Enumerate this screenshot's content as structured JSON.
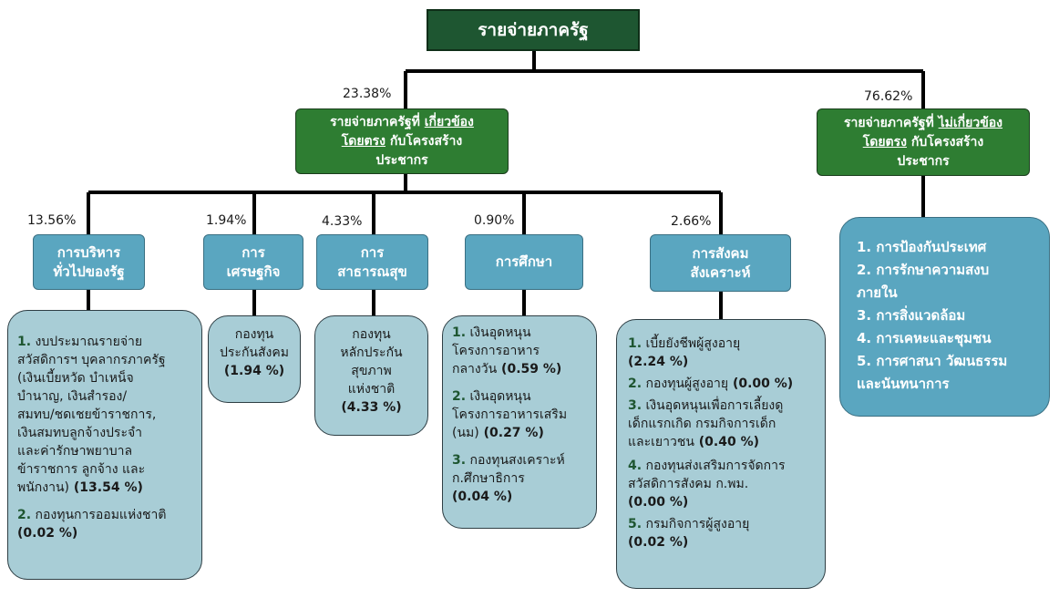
{
  "root": "รายจ่ายภาครัฐ",
  "direct": {
    "pct": "23.38%",
    "l1a": "รายจ่ายภาครัฐที่ ",
    "l1b": "เกี่ยวข้อง",
    "l2a": "โดยตรง",
    "l2b": " กับโครงสร้าง",
    "l3": "ประชากร"
  },
  "indirect": {
    "pct": "76.62%",
    "l1a": "รายจ่ายภาครัฐที่ ",
    "l1b": "ไม่เกี่ยวข้อง",
    "l2a": "โดยตรง",
    "l2b": " กับโครงสร้าง",
    "l3": "ประชากร",
    "items": [
      "1. การป้องกันประเทศ",
      "2. การรักษาความสงบ",
      "ภายใน",
      "3. การสิ่งแวดล้อม",
      "4. การเคหะและชุมชน",
      "5. การศาสนา วัฒนธรรม",
      "และนันทนาการ"
    ]
  },
  "categories": {
    "admin": {
      "pct": "13.56%",
      "l1": "การบริหาร",
      "l2": "ทั่วไปของรัฐ"
    },
    "econ": {
      "pct": "1.94%",
      "l1": "การ",
      "l2": "เศรษฐกิจ"
    },
    "health": {
      "pct": "4.33%",
      "l1": "การ",
      "l2": "สาธารณสุข"
    },
    "edu": {
      "pct": "0.90%",
      "l1": "การศึกษา"
    },
    "social": {
      "pct": "2.66%",
      "l1": "การสังคม",
      "l2": "สังเคราะห์"
    }
  },
  "details": {
    "admin": {
      "n1": "1.",
      "t1": [
        " งบประมาณรายจ่าย",
        "สวัสดิการฯ บุคลากรภาครัฐ",
        "(เงินเบี้ยหวัด บำเหน็จ",
        "บำนาญ, เงินสำรอง/",
        "สมทบ/ชดเชยข้าราชการ,",
        "เงินสมทบลูกจ้างประจำ",
        "และค่ารักษาพยาบาล",
        "ข้าราชการ ลูกจ้าง และ",
        "พนักงาน)"
      ],
      "v1": " (13.54 %)",
      "n2": "2.",
      "t2": " กองทุนการออมแห่งชาติ",
      "v2": "(0.02 %)"
    },
    "econ": {
      "t": [
        "กองทุน",
        "ประกันสังคม"
      ],
      "v": "(1.94 %)"
    },
    "health": {
      "t": [
        "กองทุน",
        "หลักประกัน",
        "สุขภาพ",
        "แห่งชาติ"
      ],
      "v": "(4.33 %)"
    },
    "edu": {
      "n1": "1.",
      "t1": [
        " เงินอุดหนุน",
        "โครงการอาหาร",
        "กลางวัน"
      ],
      "v1": " (0.59 %)",
      "n2": "2.",
      "t2": [
        " เงินอุดหนุน",
        "โครงการอาหารเสริม",
        "(นม)"
      ],
      "v2": " (0.27 %)",
      "n3": "3.",
      "t3": [
        " กองทุนสงเคราะห์",
        "ก.ศึกษาธิการ"
      ],
      "v3": "(0.04 %)"
    },
    "social": {
      "n1": "1.",
      "t1": " เบี้ยยังชีพผู้สูงอายุ",
      "v1": "(2.24 %)",
      "n2": "2.",
      "t2": " กองทุนผู้สูงอายุ",
      "v2": " (0.00 %)",
      "n3": "3.",
      "t3": [
        " เงินอุดหนุนเพื่อการเลี้ยงดู",
        "เด็กแรกเกิด กรมกิจการเด็ก",
        "และเยาวชน"
      ],
      "v3": " (0.40 %)",
      "n4": "4.",
      "t4": [
        " กองทุนส่งเสริมการจัดการ",
        "สวัสดิการสังคม ก.พม."
      ],
      "v4": "(0.00 %)",
      "n5": "5.",
      "t5": " กรมกิจการผู้สูงอายุ",
      "v5": "(0.02 %)"
    }
  }
}
